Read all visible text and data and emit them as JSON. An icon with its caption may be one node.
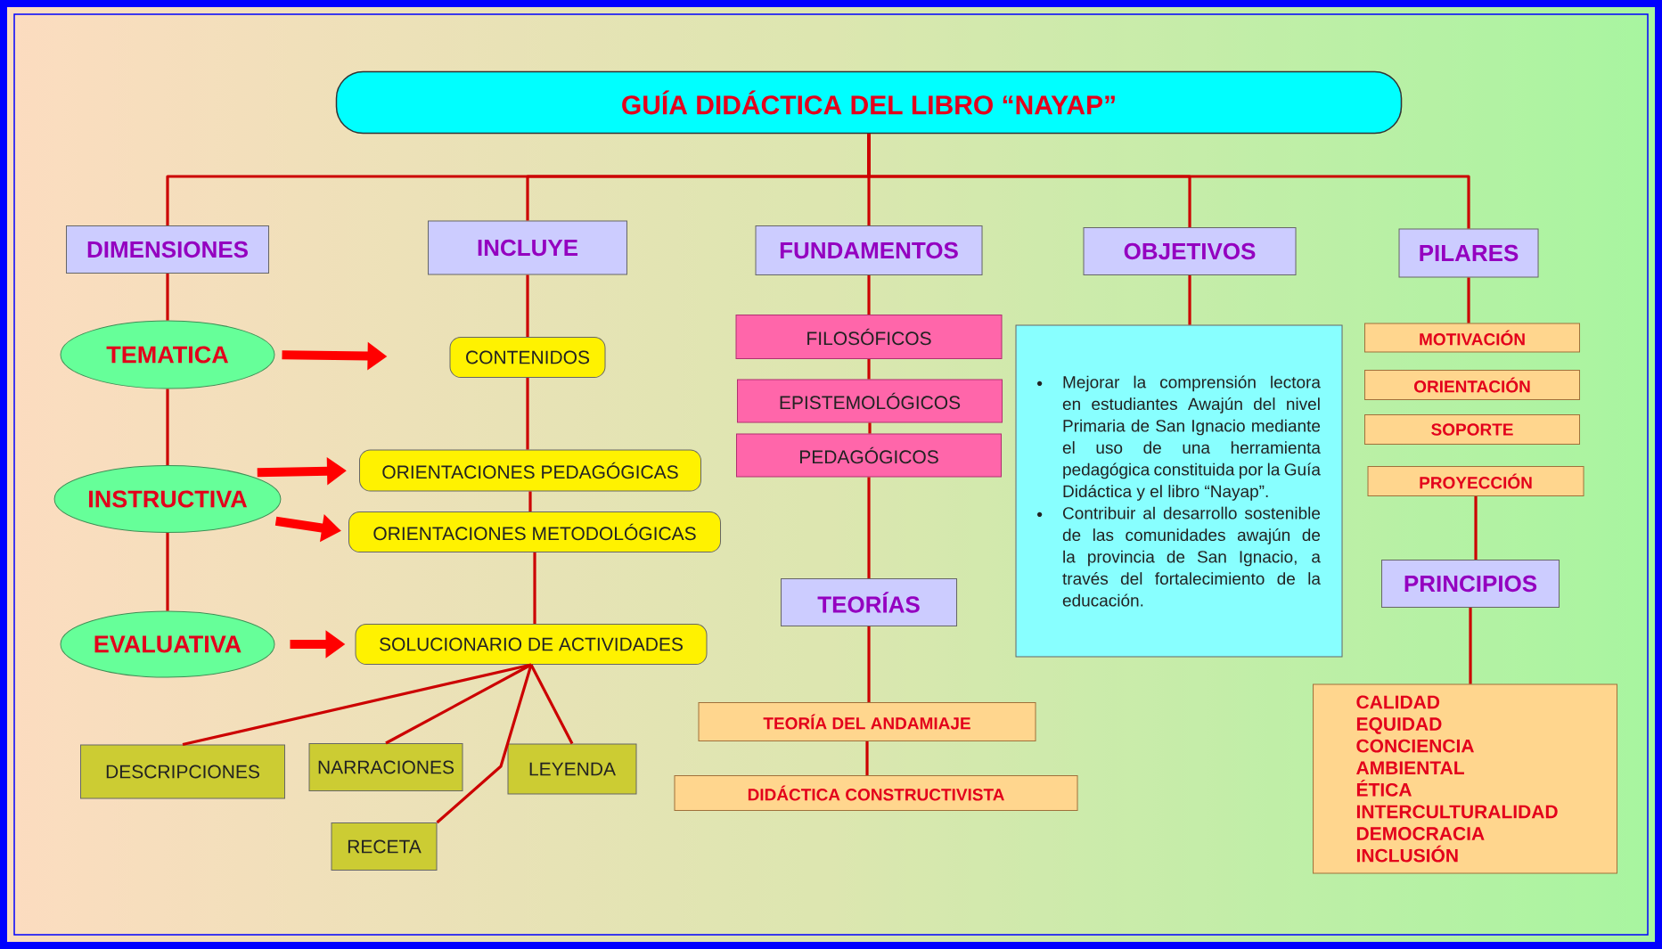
{
  "diagram": {
    "nodes": [
      {
        "text": [
          "GUÍA DIDÁCTICA DEL LIBRO “NAYAP”"
        ]
      },
      {
        "text": [
          "DIMENSIONES"
        ]
      },
      {
        "text": [
          "INCLUYE"
        ]
      },
      {
        "text": [
          "FUNDAMENTOS"
        ]
      },
      {
        "text": [
          "OBJETIVOS"
        ]
      },
      {
        "text": [
          "PILARES"
        ]
      },
      {
        "text": [
          "TEMATICA"
        ]
      },
      {
        "text": [
          "INSTRUCTIVA"
        ]
      },
      {
        "text": [
          "EVALUATIVA"
        ]
      },
      {
        "text": [
          "CONTENIDOS"
        ]
      },
      {
        "text": [
          "ORIENTACIONES PEDAGÓGICAS"
        ]
      },
      {
        "text": [
          "ORIENTACIONES METODOLÓGICAS"
        ]
      },
      {
        "text": [
          "SOLUCIONARIO DE ACTIVIDADES"
        ]
      },
      {
        "text": [
          "DESCRIPCIONES"
        ]
      },
      {
        "text": [
          "NARRACIONES"
        ]
      },
      {
        "text": [
          "LEYENDA"
        ]
      },
      {
        "text": [
          "RECETA"
        ]
      },
      {
        "text": [
          "FILOSÓFICOS"
        ]
      },
      {
        "text": [
          "EPISTEMOLÓGICOS"
        ]
      },
      {
        "text": [
          "PEDAGÓGICOS"
        ]
      },
      {
        "text": [
          "TEORÍAS"
        ]
      },
      {
        "text": [
          "TEORÍA DEL ANDAMIAJE"
        ]
      },
      {
        "text": [
          "DIDÁCTICA CONSTRUCTIVISTA"
        ]
      },
      {
        "text": [
          "Mejorar la comprensión lectora en estudiantes Awajún del nivel Primaria de San Ignacio mediante el uso de una herramienta pedagógica constituida por la Guía Didáctica y el libro “Nayap”.",
          "Contribuir al desarrollo sostenible de las comunidades awajún de la provincia de San Ignacio, a través del fortalecimiento de la educación."
        ]
      },
      {
        "text": [
          "MOTIVACIÓN"
        ]
      },
      {
        "text": [
          "ORIENTACIÓN"
        ]
      },
      {
        "text": [
          "SOPORTE"
        ]
      },
      {
        "text": [
          "PROYECCIÓN"
        ]
      },
      {
        "text": [
          "PRINCIPIOS"
        ]
      },
      {
        "text": [
          "CALIDAD",
          "EQUIDAD",
          "CONCIENCIA AMBIENTAL",
          "ÉTICA",
          "INTERCULTURALIDAD",
          "DEMOCRACIA",
          "INCLUSIÓN"
        ]
      }
    ],
    "edges": [
      {
        "from": 0,
        "to": 1,
        "arrow": "none"
      },
      {
        "from": 0,
        "to": 2,
        "arrow": "none"
      },
      {
        "from": 0,
        "to": 3,
        "arrow": "none"
      },
      {
        "from": 0,
        "to": 4,
        "arrow": "none"
      },
      {
        "from": 0,
        "to": 5,
        "arrow": "none"
      },
      {
        "from": 1,
        "to": 6,
        "arrow": "none"
      },
      {
        "from": 6,
        "to": 7,
        "arrow": "none"
      },
      {
        "from": 7,
        "to": 8,
        "arrow": "none"
      },
      {
        "from": 2,
        "to": 9,
        "arrow": "none"
      },
      {
        "from": 9,
        "to": 10,
        "arrow": "none"
      },
      {
        "from": 10,
        "to": 11,
        "arrow": "none"
      },
      {
        "from": 11,
        "to": 12,
        "arrow": "none"
      },
      {
        "from": 6,
        "to": 9,
        "arrow": "to",
        "style": "thick"
      },
      {
        "from": 7,
        "to": 10,
        "arrow": "to",
        "style": "thick"
      },
      {
        "from": 7,
        "to": 11,
        "arrow": "to",
        "style": "thick"
      },
      {
        "from": 8,
        "to": 12,
        "arrow": "to",
        "style": "thick"
      },
      {
        "from": 12,
        "to": 13,
        "arrow": "none"
      },
      {
        "from": 12,
        "to": 14,
        "arrow": "none"
      },
      {
        "from": 12,
        "to": 16,
        "arrow": "none"
      },
      {
        "from": 12,
        "to": 15,
        "arrow": "none"
      },
      {
        "from": 3,
        "to": 17,
        "arrow": "none"
      },
      {
        "from": 17,
        "to": 18,
        "arrow": "none"
      },
      {
        "from": 18,
        "to": 19,
        "arrow": "none"
      },
      {
        "from": 19,
        "to": 20,
        "arrow": "none"
      },
      {
        "from": 20,
        "to": 21,
        "arrow": "none"
      },
      {
        "from": 21,
        "to": 22,
        "arrow": "none"
      },
      {
        "from": 4,
        "to": 23,
        "arrow": "none"
      },
      {
        "from": 5,
        "to": 24,
        "arrow": "none"
      },
      {
        "from": 27,
        "to": 28,
        "arrow": "none"
      },
      {
        "from": 28,
        "to": 29,
        "arrow": "none"
      }
    ]
  }
}
